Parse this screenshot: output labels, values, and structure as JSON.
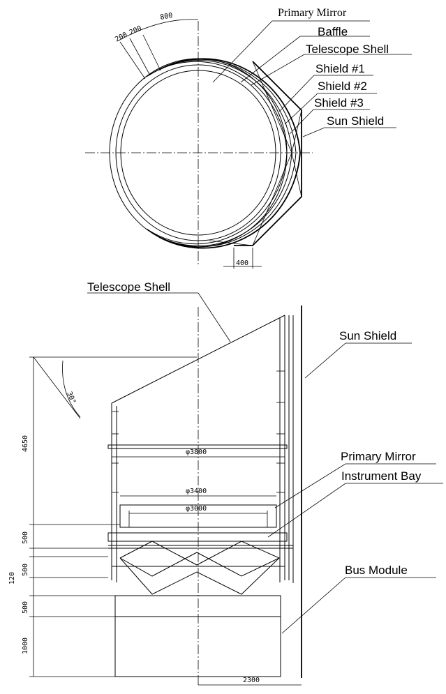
{
  "top_view": {
    "labels": {
      "primary_mirror": "Primary Mirror",
      "baffle": "Baffle",
      "telescope_shell": "Telescope Shell",
      "shield1": "Shield #1",
      "shield2": "Shield #2",
      "shield3": "Shield #3",
      "sun_shield": "Sun Shield"
    },
    "dims": {
      "d200a": "200",
      "d200b": "200",
      "d800": "800",
      "d400": "400"
    }
  },
  "side_view": {
    "labels": {
      "telescope_shell": "Telescope Shell",
      "sun_shield": "Sun Shield",
      "primary_mirror": "Primary Mirror",
      "instrument_bay": "Instrument Bay",
      "bus_module": "Bus Module"
    },
    "dims": {
      "angle": "30°",
      "h4650": "4650",
      "h500a": "500",
      "h120": "120",
      "h500b": "500",
      "h500c": "500",
      "h1000": "1000",
      "phi3800": "φ3800",
      "phi3400": "φ3400",
      "phi3000": "φ3000",
      "w2300": "2300"
    }
  }
}
